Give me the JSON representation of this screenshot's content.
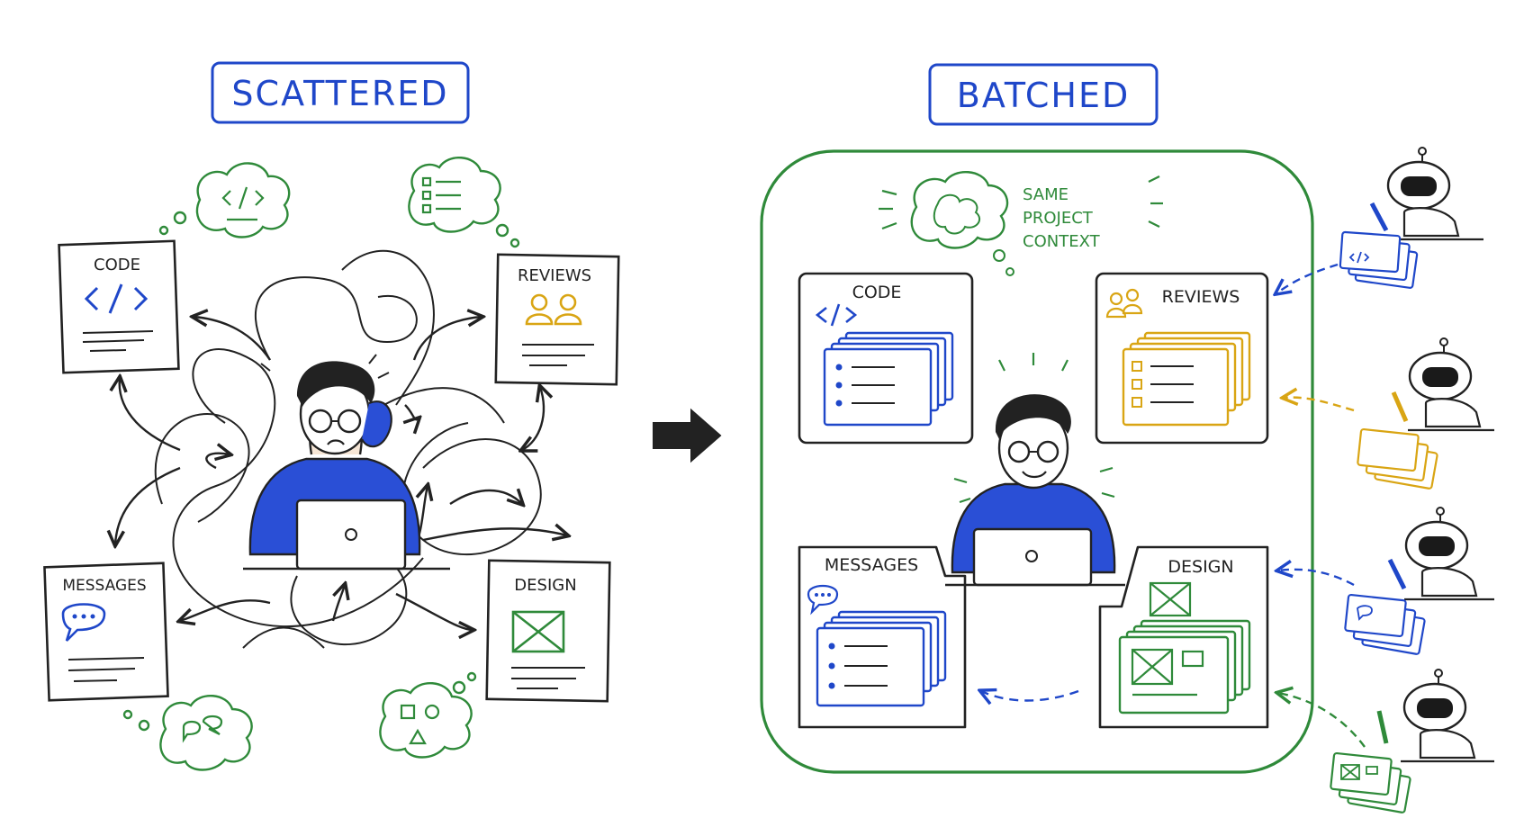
{
  "colors": {
    "ink": "#222222",
    "blue": "#1f47c9",
    "fill_blue": "#2a4fd6",
    "green": "#2f8a3a",
    "gold": "#d9a514",
    "paper": "#ffffff"
  },
  "left": {
    "title": "SCATTERED",
    "cards": {
      "code": "CODE",
      "reviews": "REVIEWS",
      "messages": "MESSAGES",
      "design": "DESIGN"
    }
  },
  "right": {
    "title": "BATCHED",
    "context_label": [
      "SAME",
      "PROJECT",
      "CONTEXT"
    ],
    "cards": {
      "code": "CODE",
      "reviews": "REVIEWS",
      "messages": "MESSAGES",
      "design": "DESIGN"
    }
  },
  "icons": {
    "transition": "right-arrow-icon",
    "agents": "robot-icon",
    "brain": "brain-icon"
  }
}
